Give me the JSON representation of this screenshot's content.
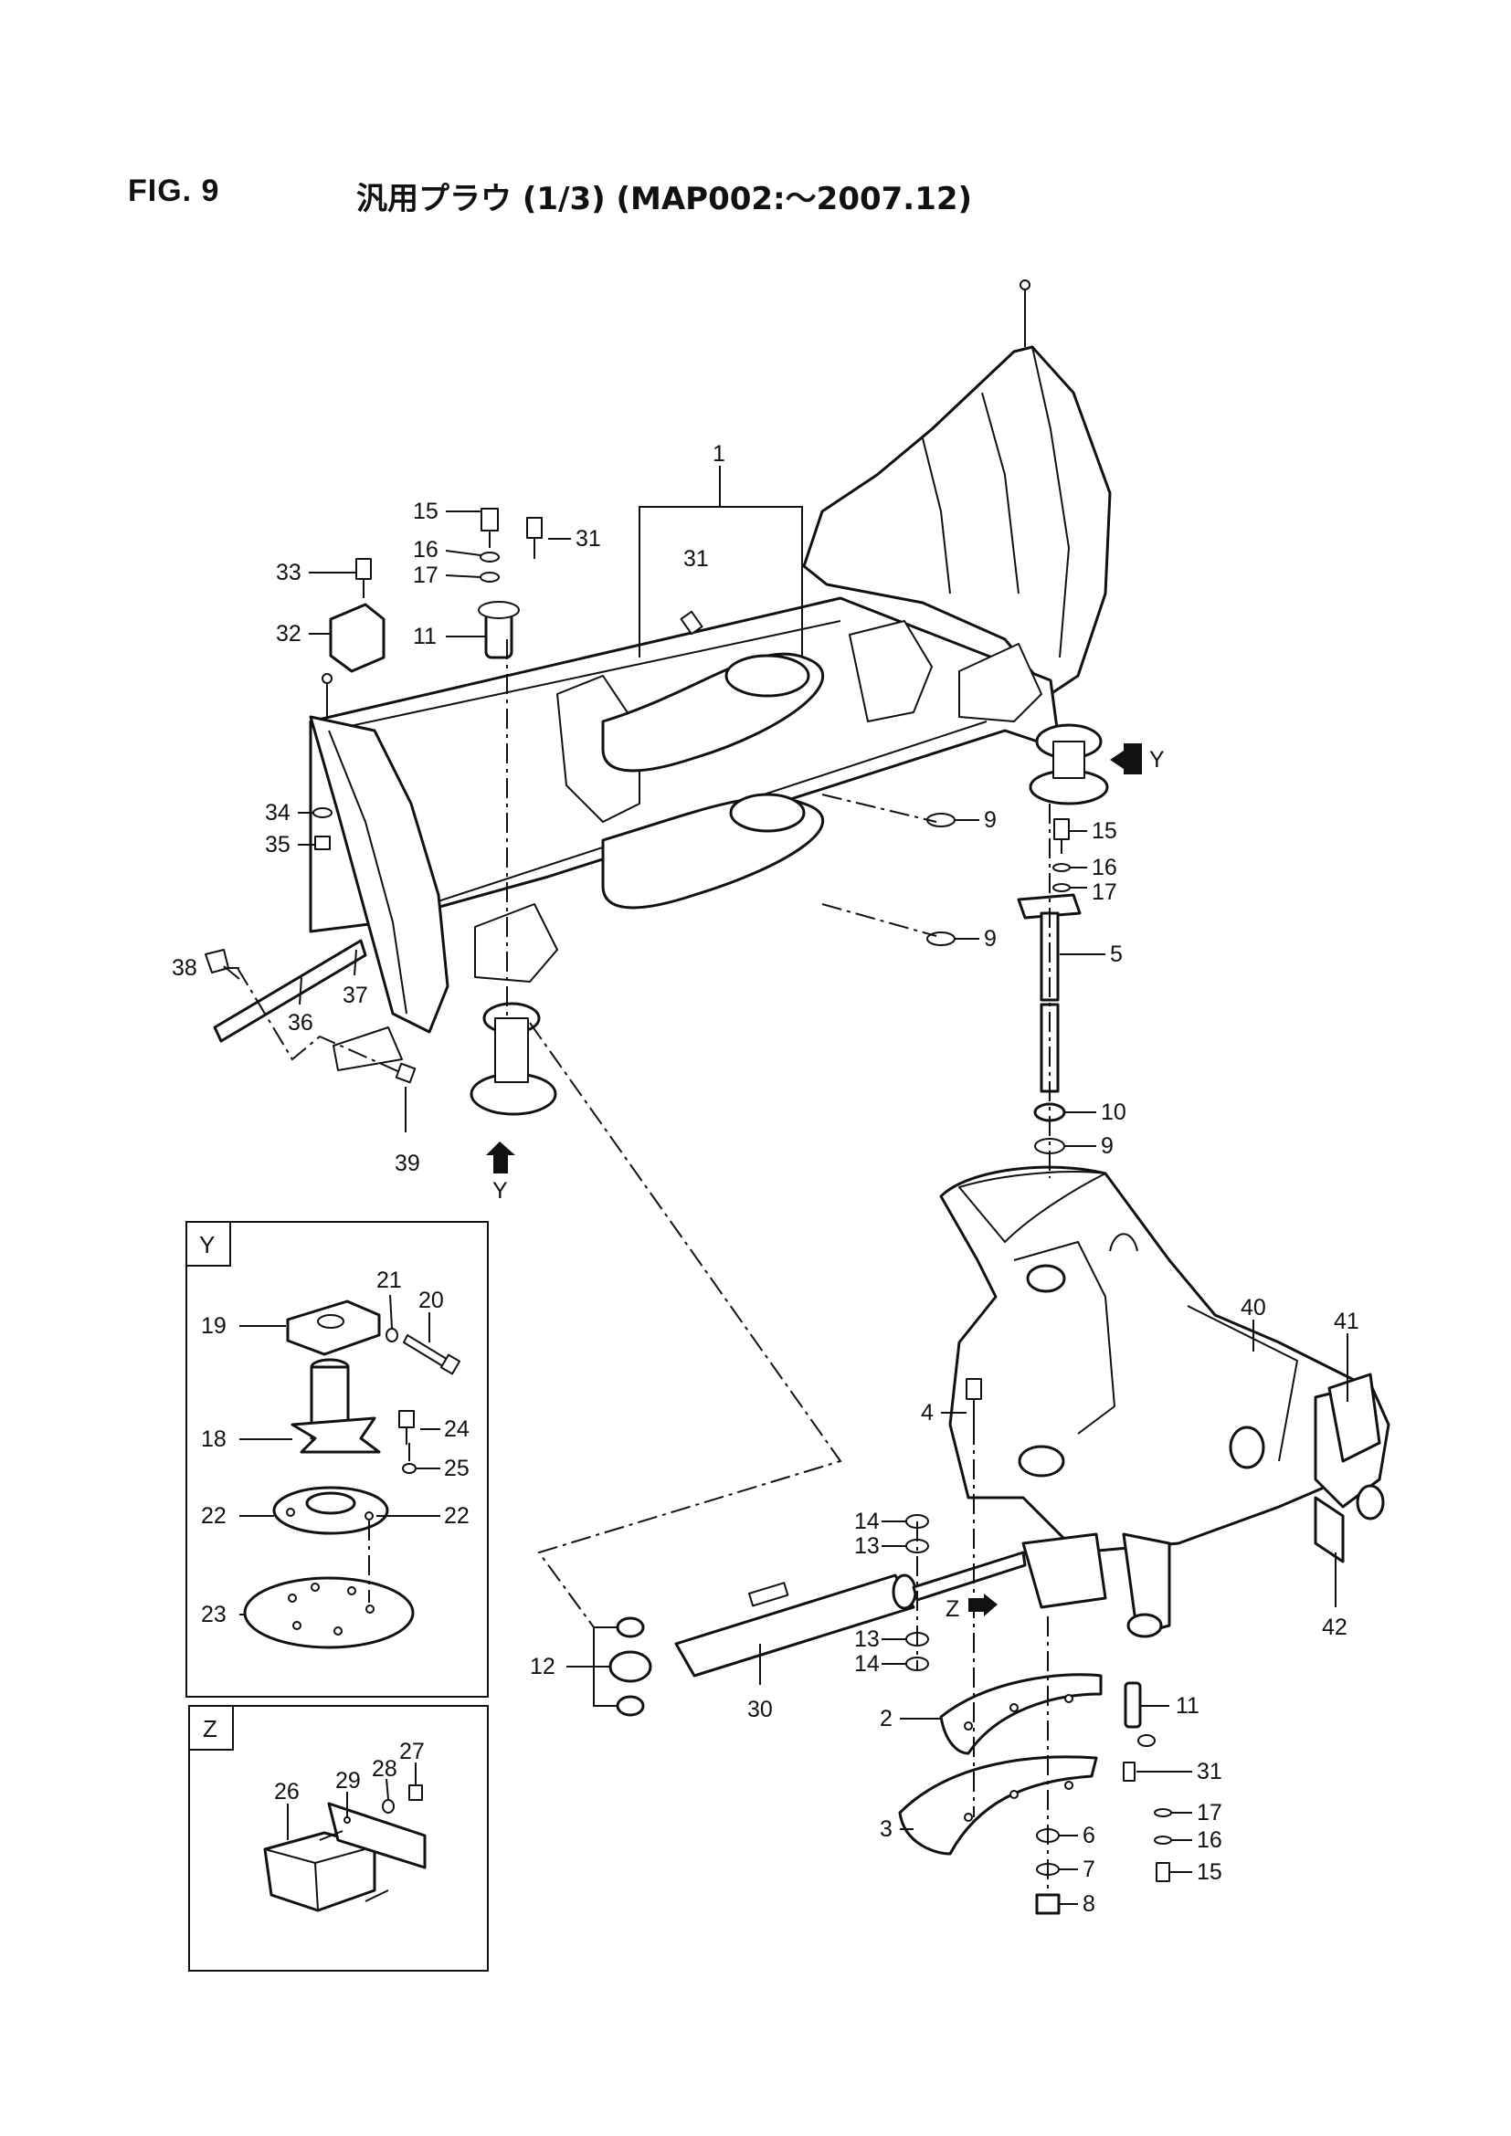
{
  "figure": {
    "number": "FIG. 9",
    "title": "汎用プラウ (1/3) (MAP002:〜2007.12)"
  },
  "view_markers": {
    "y_right": "Y",
    "y_bottom": "Y",
    "z": "Z"
  },
  "callouts": {
    "c1": "1",
    "c15a": "15",
    "c16a": "16",
    "c17a": "17",
    "c11a": "11",
    "c31a": "31",
    "c31b": "31",
    "c33": "33",
    "c32": "32",
    "c34": "34",
    "c35": "35",
    "c38": "38",
    "c36": "36",
    "c37": "37",
    "c39": "39",
    "c9a": "9",
    "c9b": "9",
    "c15b": "15",
    "c16b": "16",
    "c17b": "17",
    "c5": "5",
    "c10": "10",
    "c9c": "9",
    "c40": "40",
    "c41": "41",
    "c42": "42",
    "c4": "4",
    "c14a": "14",
    "c13a": "13",
    "c13b": "13",
    "c14b": "14",
    "c12": "12",
    "c30": "30",
    "c2": "2",
    "c3": "3",
    "c6": "6",
    "c7": "7",
    "c8": "8",
    "c11b": "11",
    "c31c": "31",
    "c17c": "17",
    "c16c": "16",
    "c15c": "15"
  },
  "panel_y": {
    "tag": "Y",
    "c21": "21",
    "c20": "20",
    "c19": "19",
    "c24": "24",
    "c18": "18",
    "c25": "25",
    "c22a": "22",
    "c22b": "22",
    "c23": "23"
  },
  "panel_z": {
    "tag": "Z",
    "c27": "27",
    "c28": "28",
    "c29": "29",
    "c26": "26"
  }
}
